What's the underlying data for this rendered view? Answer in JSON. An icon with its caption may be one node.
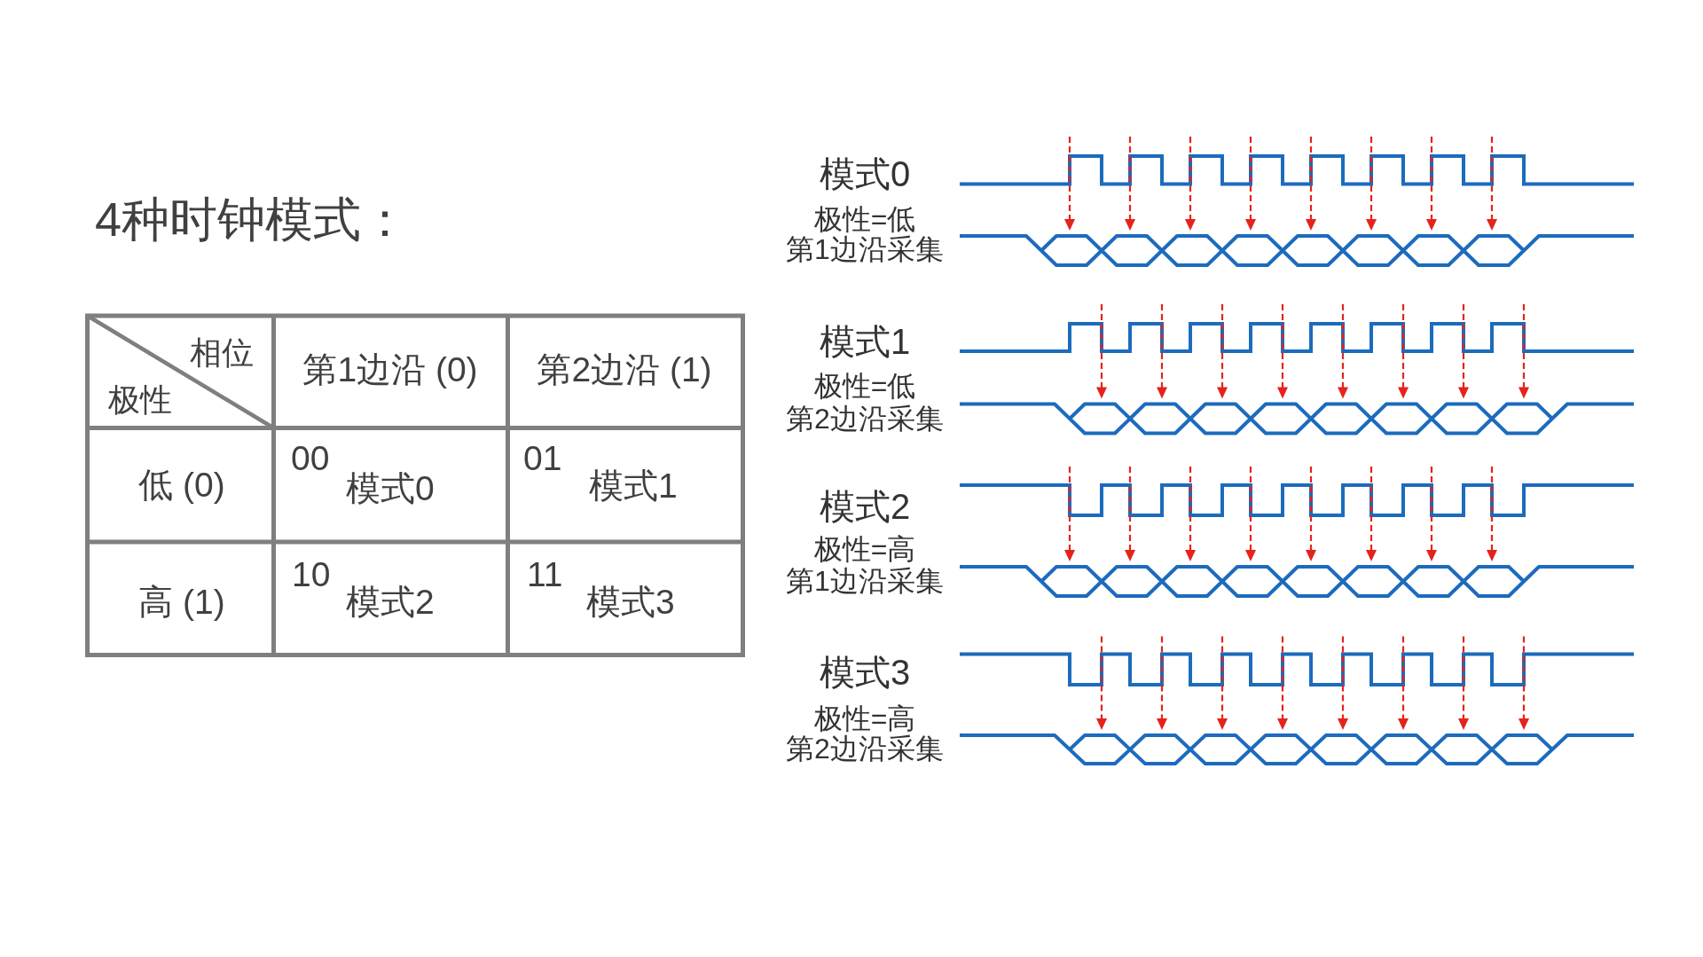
{
  "diagram": {
    "title": "4种时钟模式：",
    "labels": [
      "相位",
      "极性",
      "第1边沿 (0)",
      "第2边沿 (1)",
      "低 (0)",
      "00",
      "模式0",
      "01",
      "模式1",
      "高 (1)",
      "10",
      "模式2",
      "11",
      "模式3",
      "模式0",
      "极性=低",
      "第1边沿采集",
      "模式1",
      "极性=低",
      "第2边沿采集",
      "模式2",
      "极性=高",
      "第1边沿采集",
      "模式3",
      "极性=高",
      "第2边沿采集"
    ]
  }
}
